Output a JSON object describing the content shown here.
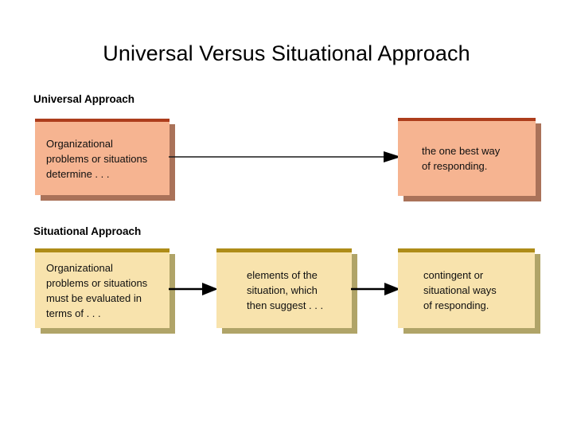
{
  "slide": {
    "title": "Universal Versus Situational Approach",
    "background_color": "#ffffff"
  },
  "sections": [
    {
      "key": "universal",
      "heading": "Universal Approach",
      "fill_color": "#f6b491",
      "accent_color": "#ad3d1c",
      "shadow_color": "#aa7259",
      "nodes": [
        {
          "key": "cause",
          "text": "Organizational\nproblems or situations\ndetermine . . ."
        },
        {
          "key": "effect",
          "text": "the one best way\nof responding."
        }
      ],
      "arrows": [
        {
          "key": "universal-arrow",
          "direction": "right"
        }
      ]
    },
    {
      "key": "situational",
      "heading": "Situational Approach",
      "fill_color": "#f8e3ad",
      "accent_color": "#ae8c18",
      "shadow_color": "#b0a468",
      "nodes": [
        {
          "key": "step-1",
          "text": "Organizational\nproblems or situations\nmust be evaluated in\nterms of . . ."
        },
        {
          "key": "step-2",
          "text": "elements of the\nsituation, which\nthen suggest . . ."
        },
        {
          "key": "step-3",
          "text": "contingent or\nsituational ways\nof responding."
        }
      ],
      "arrows": [
        {
          "key": "situational-arrow-1",
          "direction": "right"
        },
        {
          "key": "situational-arrow-2",
          "direction": "right"
        }
      ]
    }
  ]
}
